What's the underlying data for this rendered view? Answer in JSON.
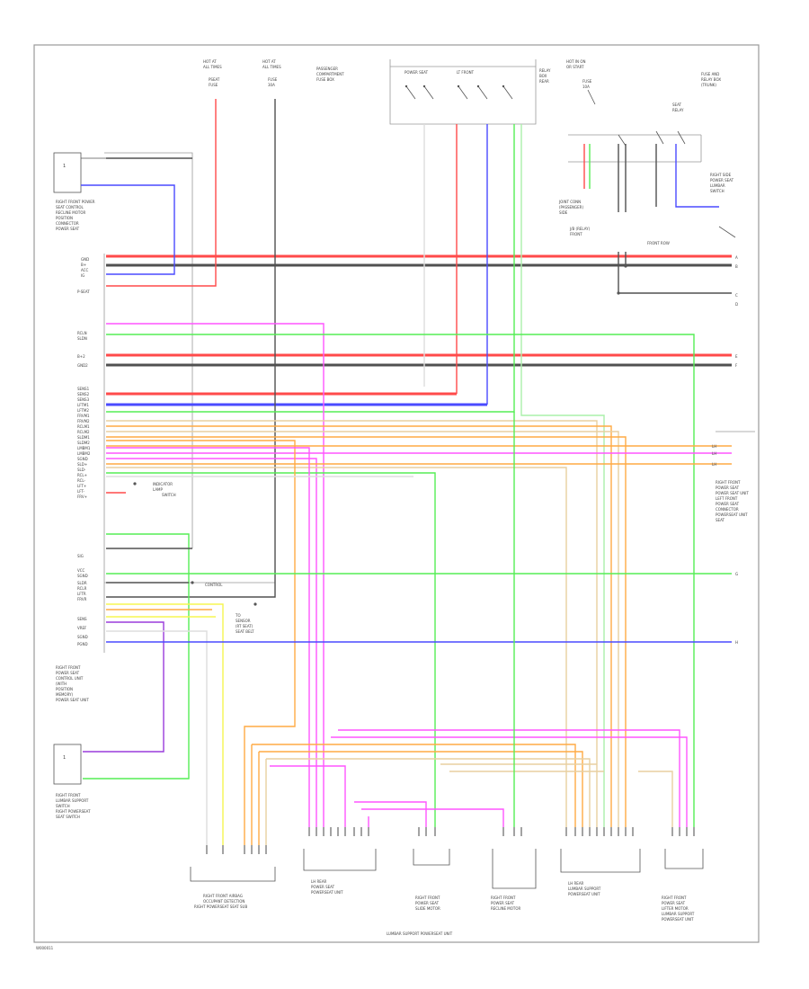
{
  "figure_id": "W000011",
  "colors": {
    "red": "#ff4a4a",
    "black": "#505050",
    "blue": "#4a4aff",
    "green": "#55ee55",
    "lightgreen": "#aaf0aa",
    "pink": "#ff55ff",
    "orange": "#ffaa44",
    "tan": "#e8cfa0",
    "yellow": "#f5f550",
    "purple": "#9a3cdc",
    "brown": "#b08838",
    "grey": "#999999",
    "white": "#e8e8e8"
  },
  "icons": [
    "ground-symbol",
    "connector-pin",
    "switch-contact"
  ]
}
